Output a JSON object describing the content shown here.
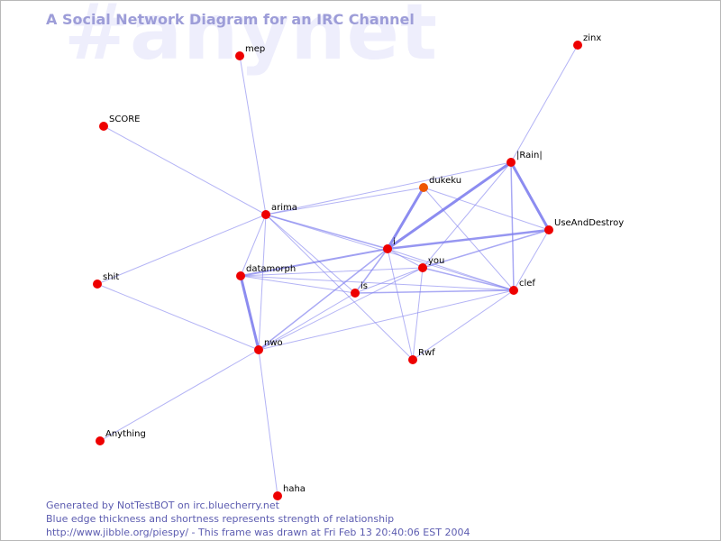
{
  "watermark": "#anynet",
  "title": "A Social Network Diagram for an IRC Channel",
  "footer": {
    "line1": "Generated by NotTestBOT on irc.bluecherry.net",
    "line2": "Blue edge thickness and shortness represents strength of relationship",
    "line3": "http://www.jibble.org/piespy/ - This frame was drawn at Fri Feb 13 20:40:06 EST 2004"
  },
  "colors": {
    "node": "#ee0000",
    "node_highlight": "#ee5500",
    "edge": "#8080ee",
    "title": "#9d9dd8",
    "footer": "#5c5cb0",
    "watermark": "#eeeefc"
  },
  "nodes": [
    {
      "id": "mep",
      "label": "mep"
    },
    {
      "id": "zinx",
      "label": "zinx"
    },
    {
      "id": "SCORE",
      "label": "SCORE"
    },
    {
      "id": "Rain",
      "label": "|Rain|"
    },
    {
      "id": "dukeku",
      "label": "dukeku",
      "highlight": true
    },
    {
      "id": "arima",
      "label": "arima"
    },
    {
      "id": "UseAndDestroy",
      "label": "UseAndDestroy"
    },
    {
      "id": "i",
      "label": "i"
    },
    {
      "id": "you",
      "label": "you"
    },
    {
      "id": "datamorph",
      "label": "datamorph"
    },
    {
      "id": "shit",
      "label": "shit"
    },
    {
      "id": "is",
      "label": "is"
    },
    {
      "id": "clef",
      "label": "clef"
    },
    {
      "id": "nwo",
      "label": "nwo"
    },
    {
      "id": "Rwf",
      "label": "Rwf"
    },
    {
      "id": "Anything",
      "label": "Anything"
    },
    {
      "id": "haha",
      "label": "haha"
    }
  ],
  "edges": [
    {
      "from": "zinx",
      "to": "Rain",
      "weight": 1
    },
    {
      "from": "mep",
      "to": "arima",
      "weight": 1
    },
    {
      "from": "SCORE",
      "to": "arima",
      "weight": 1
    },
    {
      "from": "shit",
      "to": "arima",
      "weight": 1
    },
    {
      "from": "shit",
      "to": "nwo",
      "weight": 1
    },
    {
      "from": "Anything",
      "to": "nwo",
      "weight": 1
    },
    {
      "from": "haha",
      "to": "nwo",
      "weight": 1
    },
    {
      "from": "Rain",
      "to": "UseAndDestroy",
      "weight": 3
    },
    {
      "from": "Rain",
      "to": "i",
      "weight": 3
    },
    {
      "from": "Rain",
      "to": "clef",
      "weight": 1.5
    },
    {
      "from": "Rain",
      "to": "you",
      "weight": 1
    },
    {
      "from": "dukeku",
      "to": "i",
      "weight": 3
    },
    {
      "from": "dukeku",
      "to": "clef",
      "weight": 1
    },
    {
      "from": "dukeku",
      "to": "arima",
      "weight": 1
    },
    {
      "from": "dukeku",
      "to": "UseAndDestroy",
      "weight": 1
    },
    {
      "from": "arima",
      "to": "i",
      "weight": 1.5
    },
    {
      "from": "arima",
      "to": "datamorph",
      "weight": 1
    },
    {
      "from": "arima",
      "to": "nwo",
      "weight": 1
    },
    {
      "from": "arima",
      "to": "is",
      "weight": 1
    },
    {
      "from": "arima",
      "to": "Rwf",
      "weight": 1
    },
    {
      "from": "arima",
      "to": "clef",
      "weight": 1
    },
    {
      "from": "arima",
      "to": "Rain",
      "weight": 1
    },
    {
      "from": "UseAndDestroy",
      "to": "i",
      "weight": 2.5
    },
    {
      "from": "UseAndDestroy",
      "to": "you",
      "weight": 1.5
    },
    {
      "from": "UseAndDestroy",
      "to": "clef",
      "weight": 1
    },
    {
      "from": "i",
      "to": "datamorph",
      "weight": 2
    },
    {
      "from": "i",
      "to": "you",
      "weight": 1
    },
    {
      "from": "i",
      "to": "is",
      "weight": 1.5
    },
    {
      "from": "i",
      "to": "nwo",
      "weight": 1.5
    },
    {
      "from": "i",
      "to": "Rwf",
      "weight": 1
    },
    {
      "from": "i",
      "to": "clef",
      "weight": 1
    },
    {
      "from": "you",
      "to": "datamorph",
      "weight": 1
    },
    {
      "from": "you",
      "to": "nwo",
      "weight": 1
    },
    {
      "from": "you",
      "to": "Rwf",
      "weight": 1
    },
    {
      "from": "you",
      "to": "clef",
      "weight": 1.5
    },
    {
      "from": "you",
      "to": "is",
      "weight": 1
    },
    {
      "from": "datamorph",
      "to": "nwo",
      "weight": 3
    },
    {
      "from": "datamorph",
      "to": "is",
      "weight": 1
    },
    {
      "from": "datamorph",
      "to": "clef",
      "weight": 1
    },
    {
      "from": "is",
      "to": "clef",
      "weight": 1.5
    },
    {
      "from": "is",
      "to": "nwo",
      "weight": 1
    },
    {
      "from": "clef",
      "to": "Rwf",
      "weight": 1
    },
    {
      "from": "nwo",
      "to": "clef",
      "weight": 1
    }
  ]
}
